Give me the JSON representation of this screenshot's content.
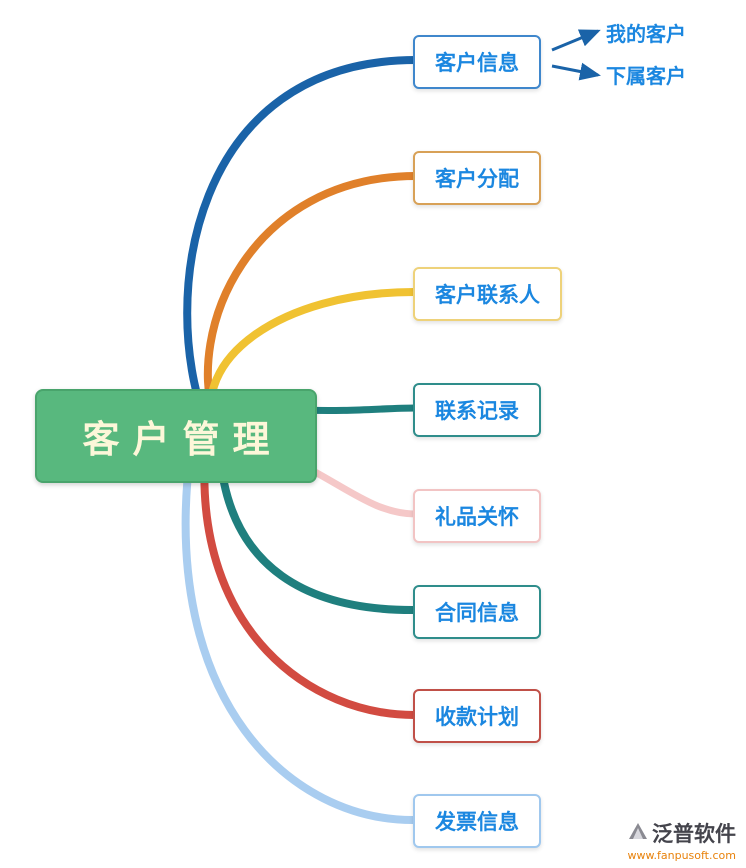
{
  "root": {
    "label": "客户管理",
    "bg": "#58b87e",
    "border": "#49a46c",
    "text_color": "#fdf7d9"
  },
  "branches": [
    {
      "label": "客户信息",
      "color": "#1a63a8",
      "border": "#3f87cc"
    },
    {
      "label": "客户分配",
      "color": "#e0802a",
      "border": "#d8a157"
    },
    {
      "label": "客户联系人",
      "color": "#f0c232",
      "border": "#eed27a"
    },
    {
      "label": "联系记录",
      "color": "#1f7f7e",
      "border": "#2f8d8b"
    },
    {
      "label": "礼品关怀",
      "color": "#f5c8c8",
      "border": "#f2c4c4"
    },
    {
      "label": "合同信息",
      "color": "#1f7f7e",
      "border": "#2f8d8b"
    },
    {
      "label": "收款计划",
      "color": "#d24b41",
      "border": "#c05048"
    },
    {
      "label": "发票信息",
      "color": "#a9cdf0",
      "border": "#a0c8ee"
    }
  ],
  "sub_items": [
    {
      "label": "我的客户",
      "color": "#1a63a8"
    },
    {
      "label": "下属客户",
      "color": "#1a63a8"
    }
  ],
  "label_color": "#1b87e0",
  "watermark": {
    "name": "泛普软件",
    "url": "www.fanpusoft.com"
  }
}
